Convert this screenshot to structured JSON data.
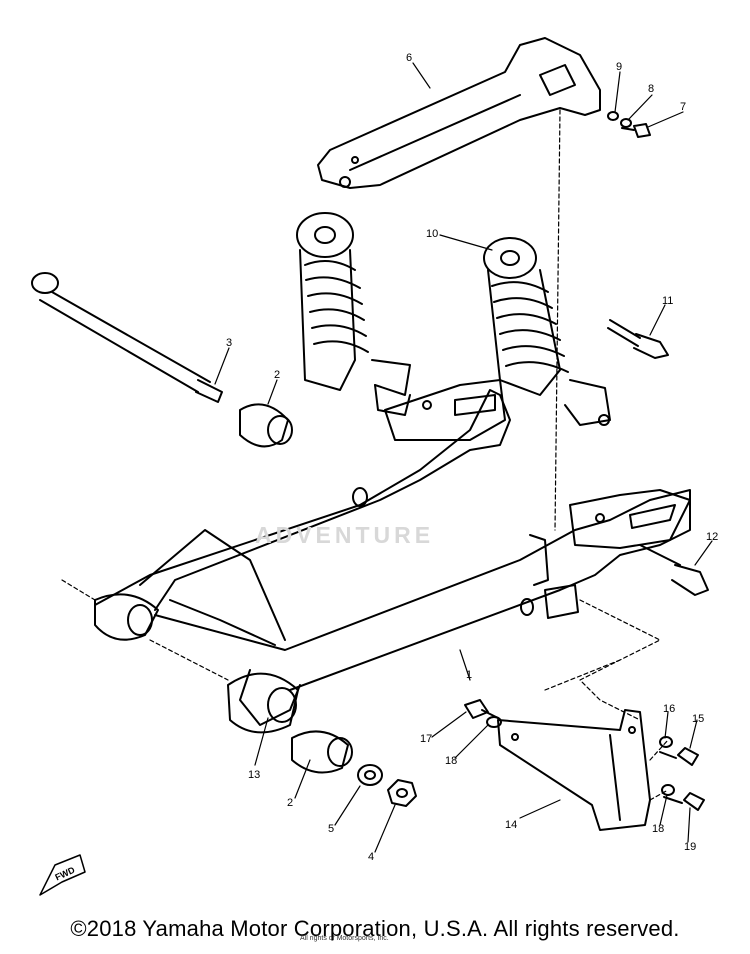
{
  "watermark": {
    "text": "ADVENTURE"
  },
  "callouts": [
    {
      "id": "c1",
      "label": "1"
    },
    {
      "id": "c2a",
      "label": "2"
    },
    {
      "id": "c2b",
      "label": "2"
    },
    {
      "id": "c3",
      "label": "3"
    },
    {
      "id": "c4",
      "label": "4"
    },
    {
      "id": "c5",
      "label": "5"
    },
    {
      "id": "c6",
      "label": "6"
    },
    {
      "id": "c7",
      "label": "7"
    },
    {
      "id": "c8",
      "label": "8"
    },
    {
      "id": "c9",
      "label": "9"
    },
    {
      "id": "c10",
      "label": "10"
    },
    {
      "id": "c11",
      "label": "11"
    },
    {
      "id": "c12",
      "label": "12"
    },
    {
      "id": "c13",
      "label": "13"
    },
    {
      "id": "c14",
      "label": "14"
    },
    {
      "id": "c15",
      "label": "15"
    },
    {
      "id": "c16",
      "label": "16"
    },
    {
      "id": "c17",
      "label": "17"
    },
    {
      "id": "c18a",
      "label": "18"
    },
    {
      "id": "c18b",
      "label": "18"
    },
    {
      "id": "c19",
      "label": "19"
    }
  ],
  "fwd_label": "FWD",
  "footer": {
    "copyright": "©2018 Yamaha Motor Corporation, U.S.A. All rights reserved.",
    "small": "All rights of Motorsports, Inc."
  }
}
